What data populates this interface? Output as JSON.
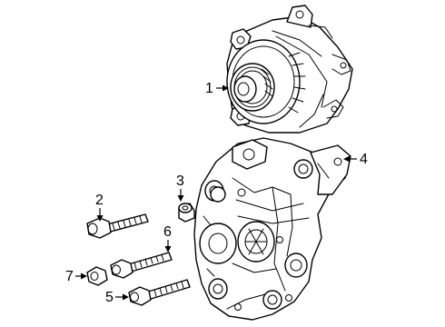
{
  "callouts": [
    {
      "id": "1",
      "label": "1",
      "part": "alternator"
    },
    {
      "id": "2",
      "label": "2",
      "part": "bolt"
    },
    {
      "id": "3",
      "label": "3",
      "part": "spacer"
    },
    {
      "id": "4",
      "label": "4",
      "part": "mounting-bracket"
    },
    {
      "id": "5",
      "label": "5",
      "part": "bolt"
    },
    {
      "id": "6",
      "label": "6",
      "part": "bolt"
    },
    {
      "id": "7",
      "label": "7",
      "part": "nut"
    }
  ],
  "colors": {
    "line": "#000000",
    "background": "#ffffff"
  }
}
